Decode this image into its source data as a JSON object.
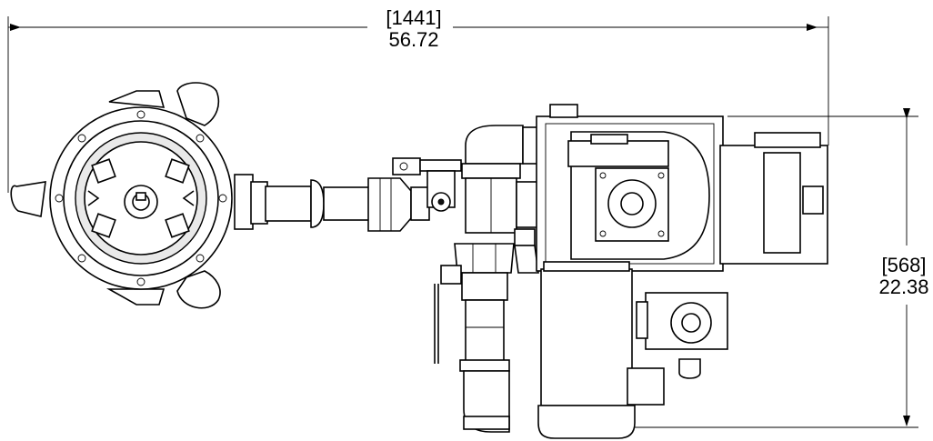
{
  "dimensions": {
    "width": {
      "mm": "[1441]",
      "in": "56.72"
    },
    "height": {
      "mm": "[568]",
      "in": "22.38"
    }
  }
}
